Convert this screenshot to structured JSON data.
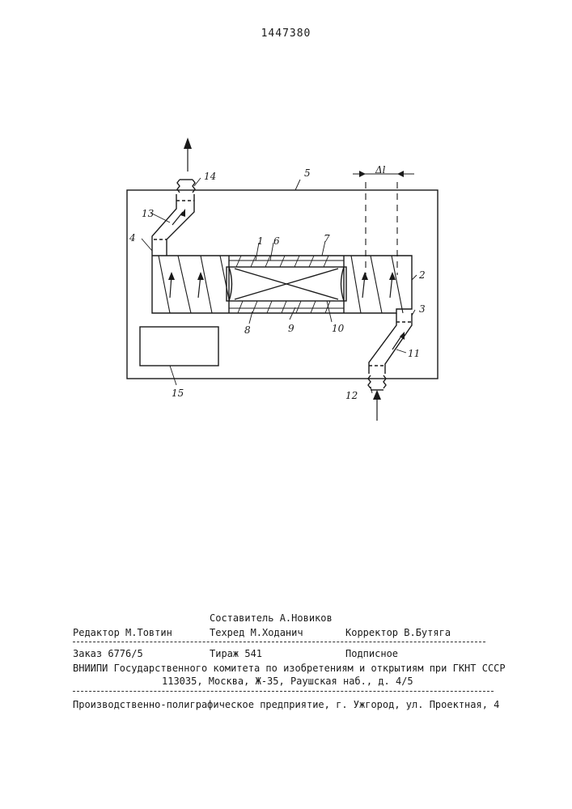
{
  "patent_number": "1447380",
  "figure_labels": {
    "l1": "1",
    "l2": "2",
    "l3": "3",
    "l4": "4",
    "l5": "5",
    "l6": "6",
    "l7": "7",
    "l8": "8",
    "l9": "9",
    "l10": "10",
    "l11": "11",
    "l12": "12",
    "l13": "13",
    "l14": "14",
    "l15": "15",
    "delta": "Δl"
  },
  "colophon": {
    "compiler": "Составитель А.Новиков",
    "editor": "Редактор М.Товтин",
    "techred": "Техред М.Ходанич",
    "corrector": "Корректор В.Бутяга",
    "order": "Заказ 6776/5",
    "circulation": "Тираж 541",
    "subscription": "Подписное",
    "institute": "ВНИИПИ Государственного комитета по изобретениям и открытиям при ГКНТ СССР",
    "address": "113035, Москва, Ж-35, Раушская наб., д. 4/5",
    "printer": "Производственно-полиграфическое предприятие, г. Ужгород, ул. Проектная, 4"
  }
}
